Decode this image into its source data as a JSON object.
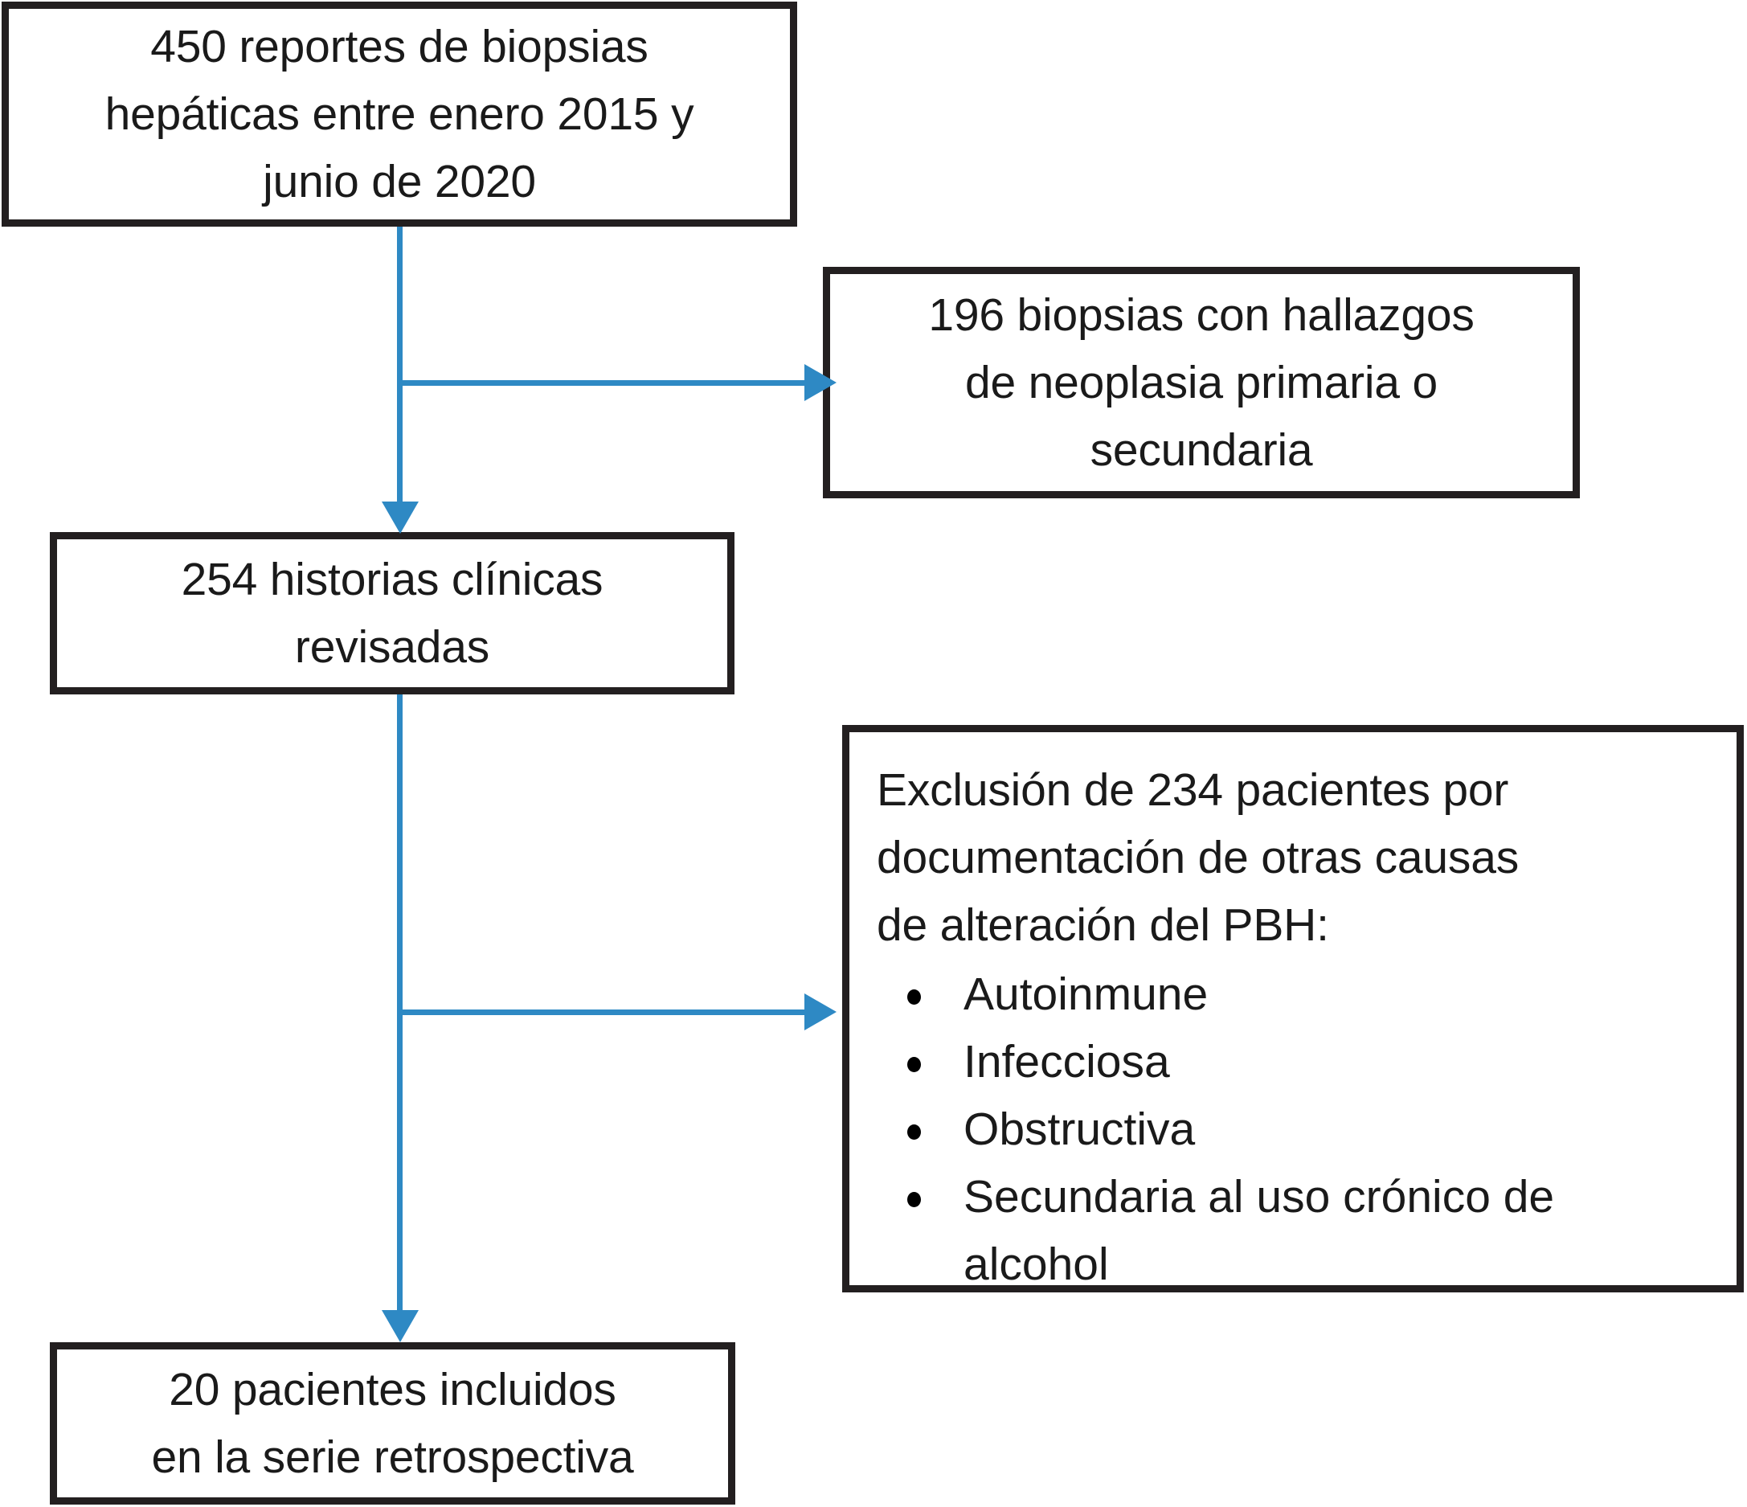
{
  "diagram": {
    "type": "flowchart",
    "accent_color": "#2e89c4",
    "box_border_color": "#231f20",
    "text_color": "#1a1a1a",
    "boxes": {
      "reports": {
        "lines": [
          "450 reportes de biopsias",
          "hepáticas entre enero 2015 y",
          "junio de 2020"
        ]
      },
      "neoplasia": {
        "lines": [
          "196 biopsias con hallazgos",
          "de neoplasia primaria o",
          "secundaria"
        ]
      },
      "histories": {
        "lines": [
          "254 historias clínicas",
          "revisadas"
        ]
      },
      "exclusion": {
        "lines": [
          "Exclusión de 234 pacientes por",
          "documentación de otras causas",
          "de alteración del PBH:"
        ],
        "bullets": [
          {
            "text": "Autoinmune"
          },
          {
            "text": "Infecciosa"
          },
          {
            "text": "Obstructiva"
          },
          {
            "text": "Secundaria al uso crónico de"
          },
          {
            "text": "alcohol",
            "continuation": true
          }
        ]
      },
      "included": {
        "lines": [
          "20 pacientes incluidos",
          "en la serie retrospectiva"
        ]
      }
    }
  }
}
